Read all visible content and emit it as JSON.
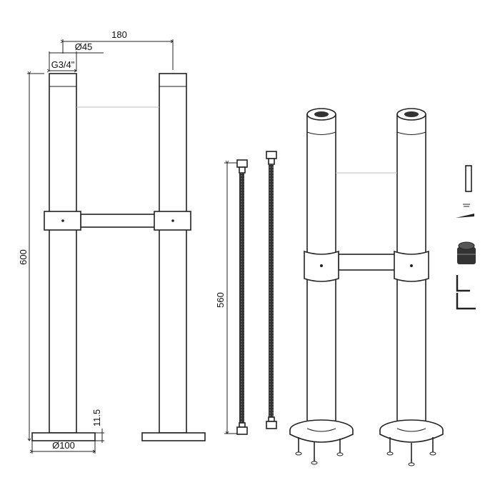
{
  "dimensions": {
    "spacing": "180",
    "pipe_diameter": "Ø45",
    "thread": "G3/4\"",
    "height": "600",
    "base_diameter": "Ø100",
    "base_thickness": "11.5",
    "hose_length": "560"
  }
}
